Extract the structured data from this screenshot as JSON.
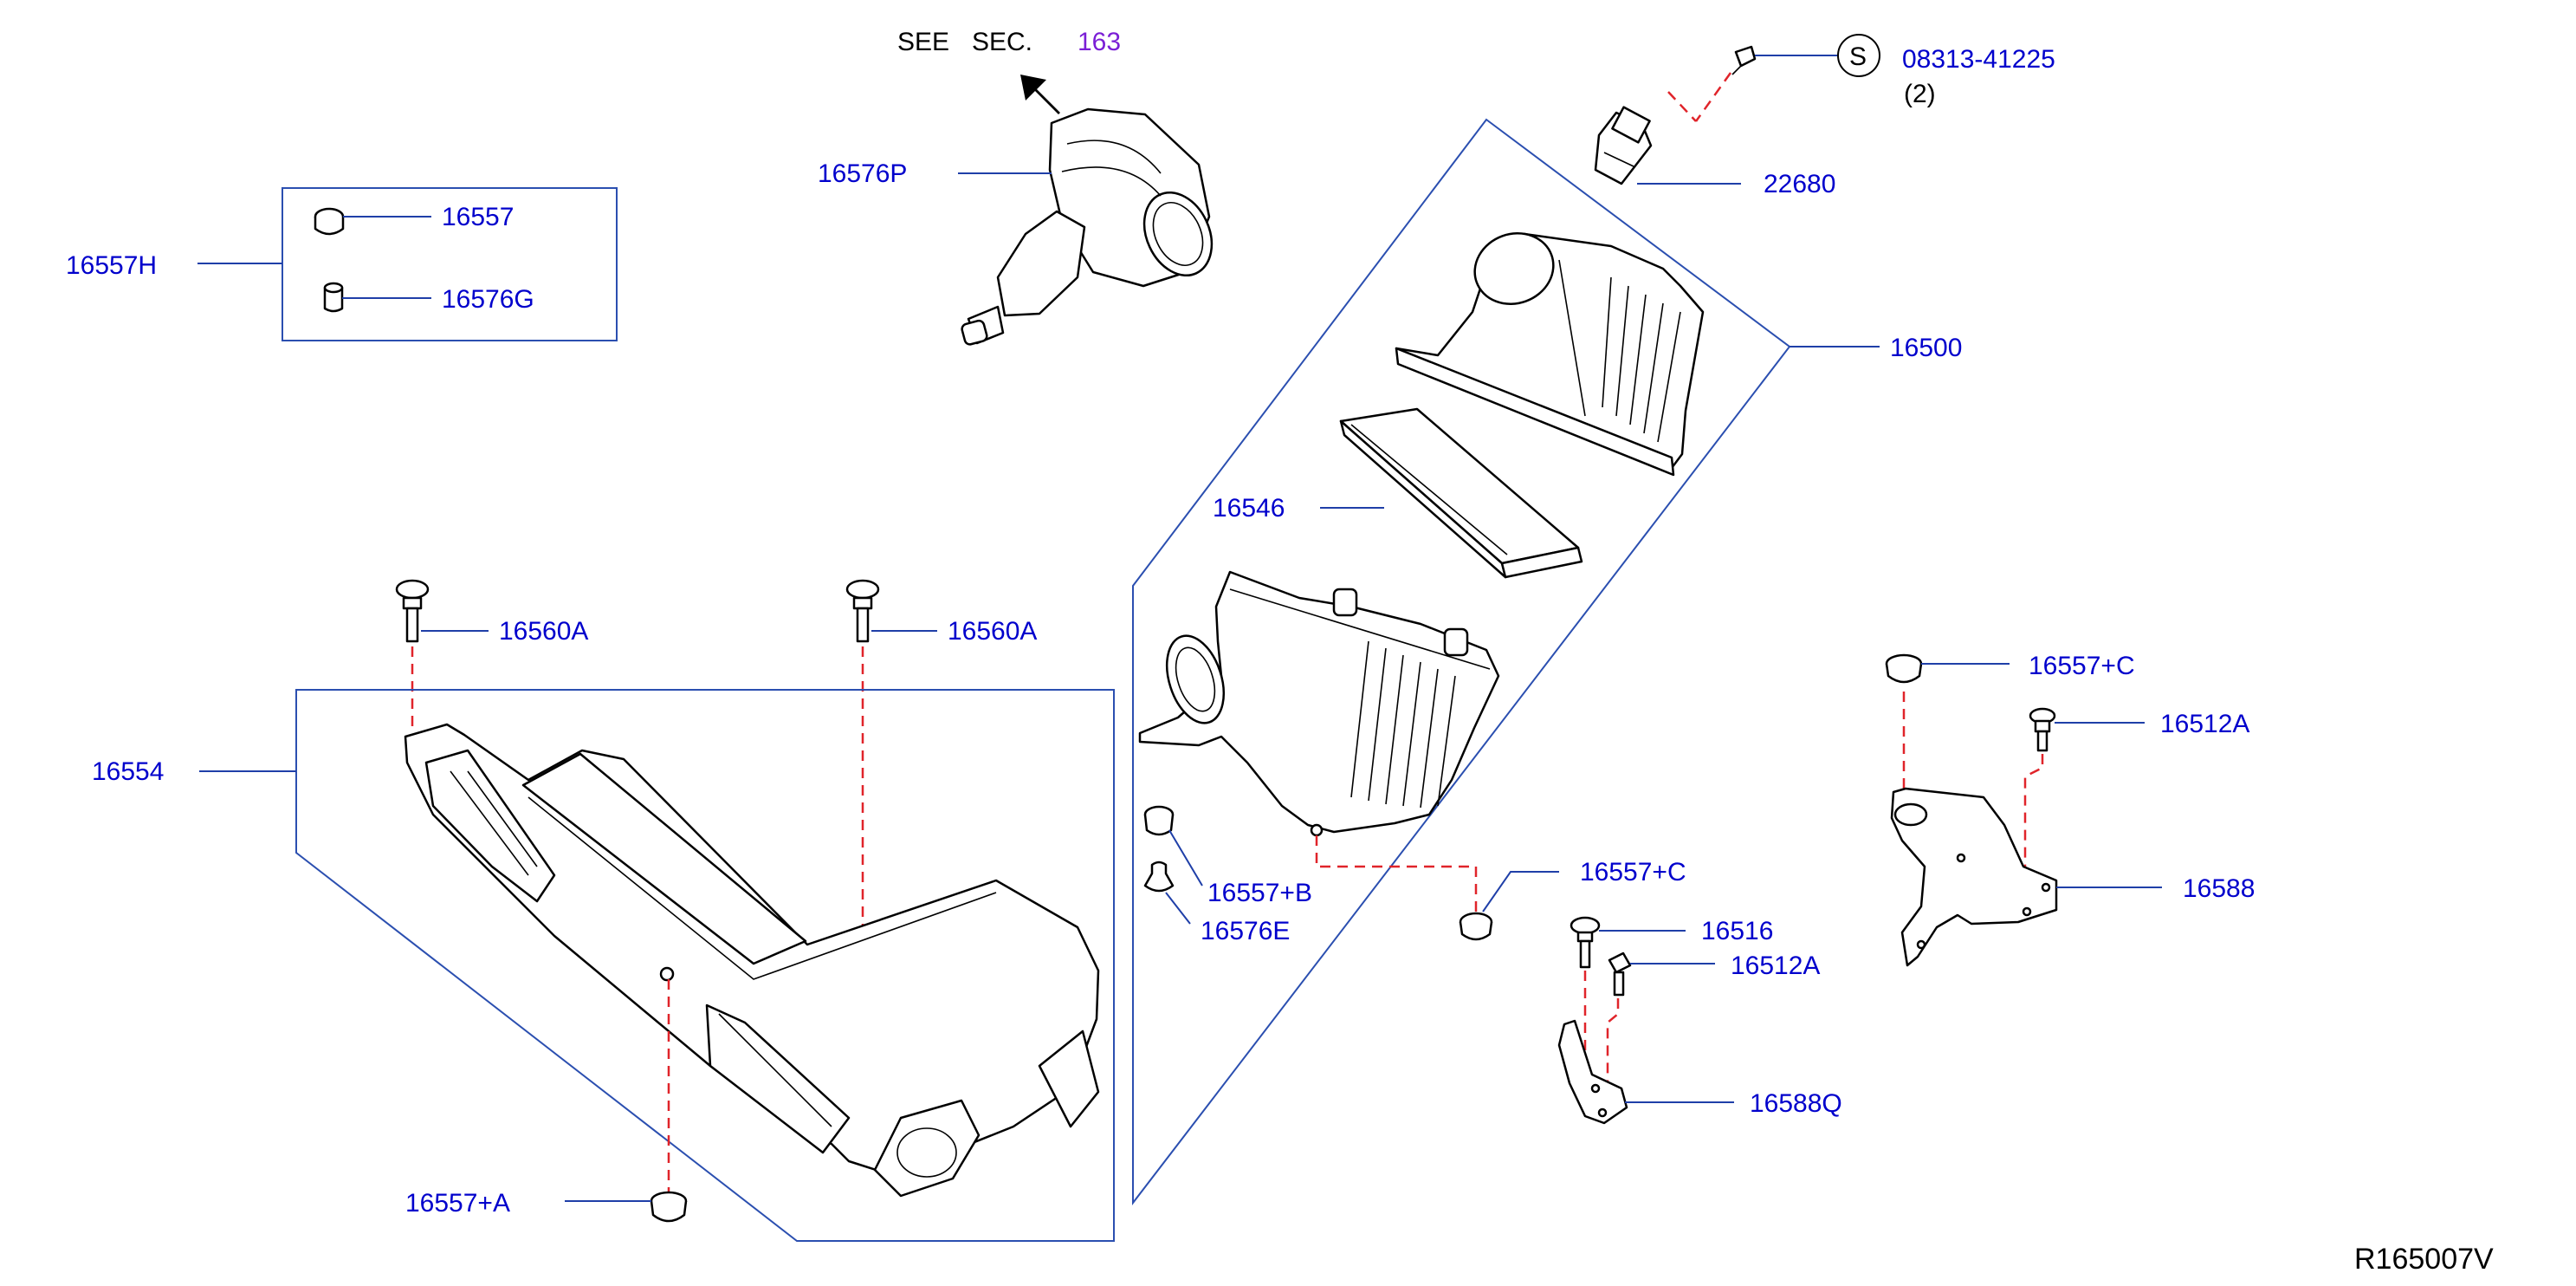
{
  "diagram": {
    "see_sec_label": "SEE",
    "sec_label": "SEC.",
    "sec_number": "163",
    "reference_code": "R165007V",
    "screw_symbol": "S",
    "callouts": {
      "p16557H": "16557H",
      "p16557": "16557",
      "p16576G": "16576G",
      "p16576P": "16576P",
      "p08313": "08313-41225",
      "p08313_qty": "(2)",
      "p22680": "22680",
      "p16500": "16500",
      "p16546": "16546",
      "p16560A_left": "16560A",
      "p16560A_right": "16560A",
      "p16554": "16554",
      "p16557A": "16557+A",
      "p16557B": "16557+B",
      "p16576E": "16576E",
      "p16557C_mid": "16557+C",
      "p16516": "16516",
      "p16512A_mid": "16512A",
      "p16588Q": "16588Q",
      "p16557C_right": "16557+C",
      "p16512A_right": "16512A",
      "p16588": "16588"
    }
  }
}
